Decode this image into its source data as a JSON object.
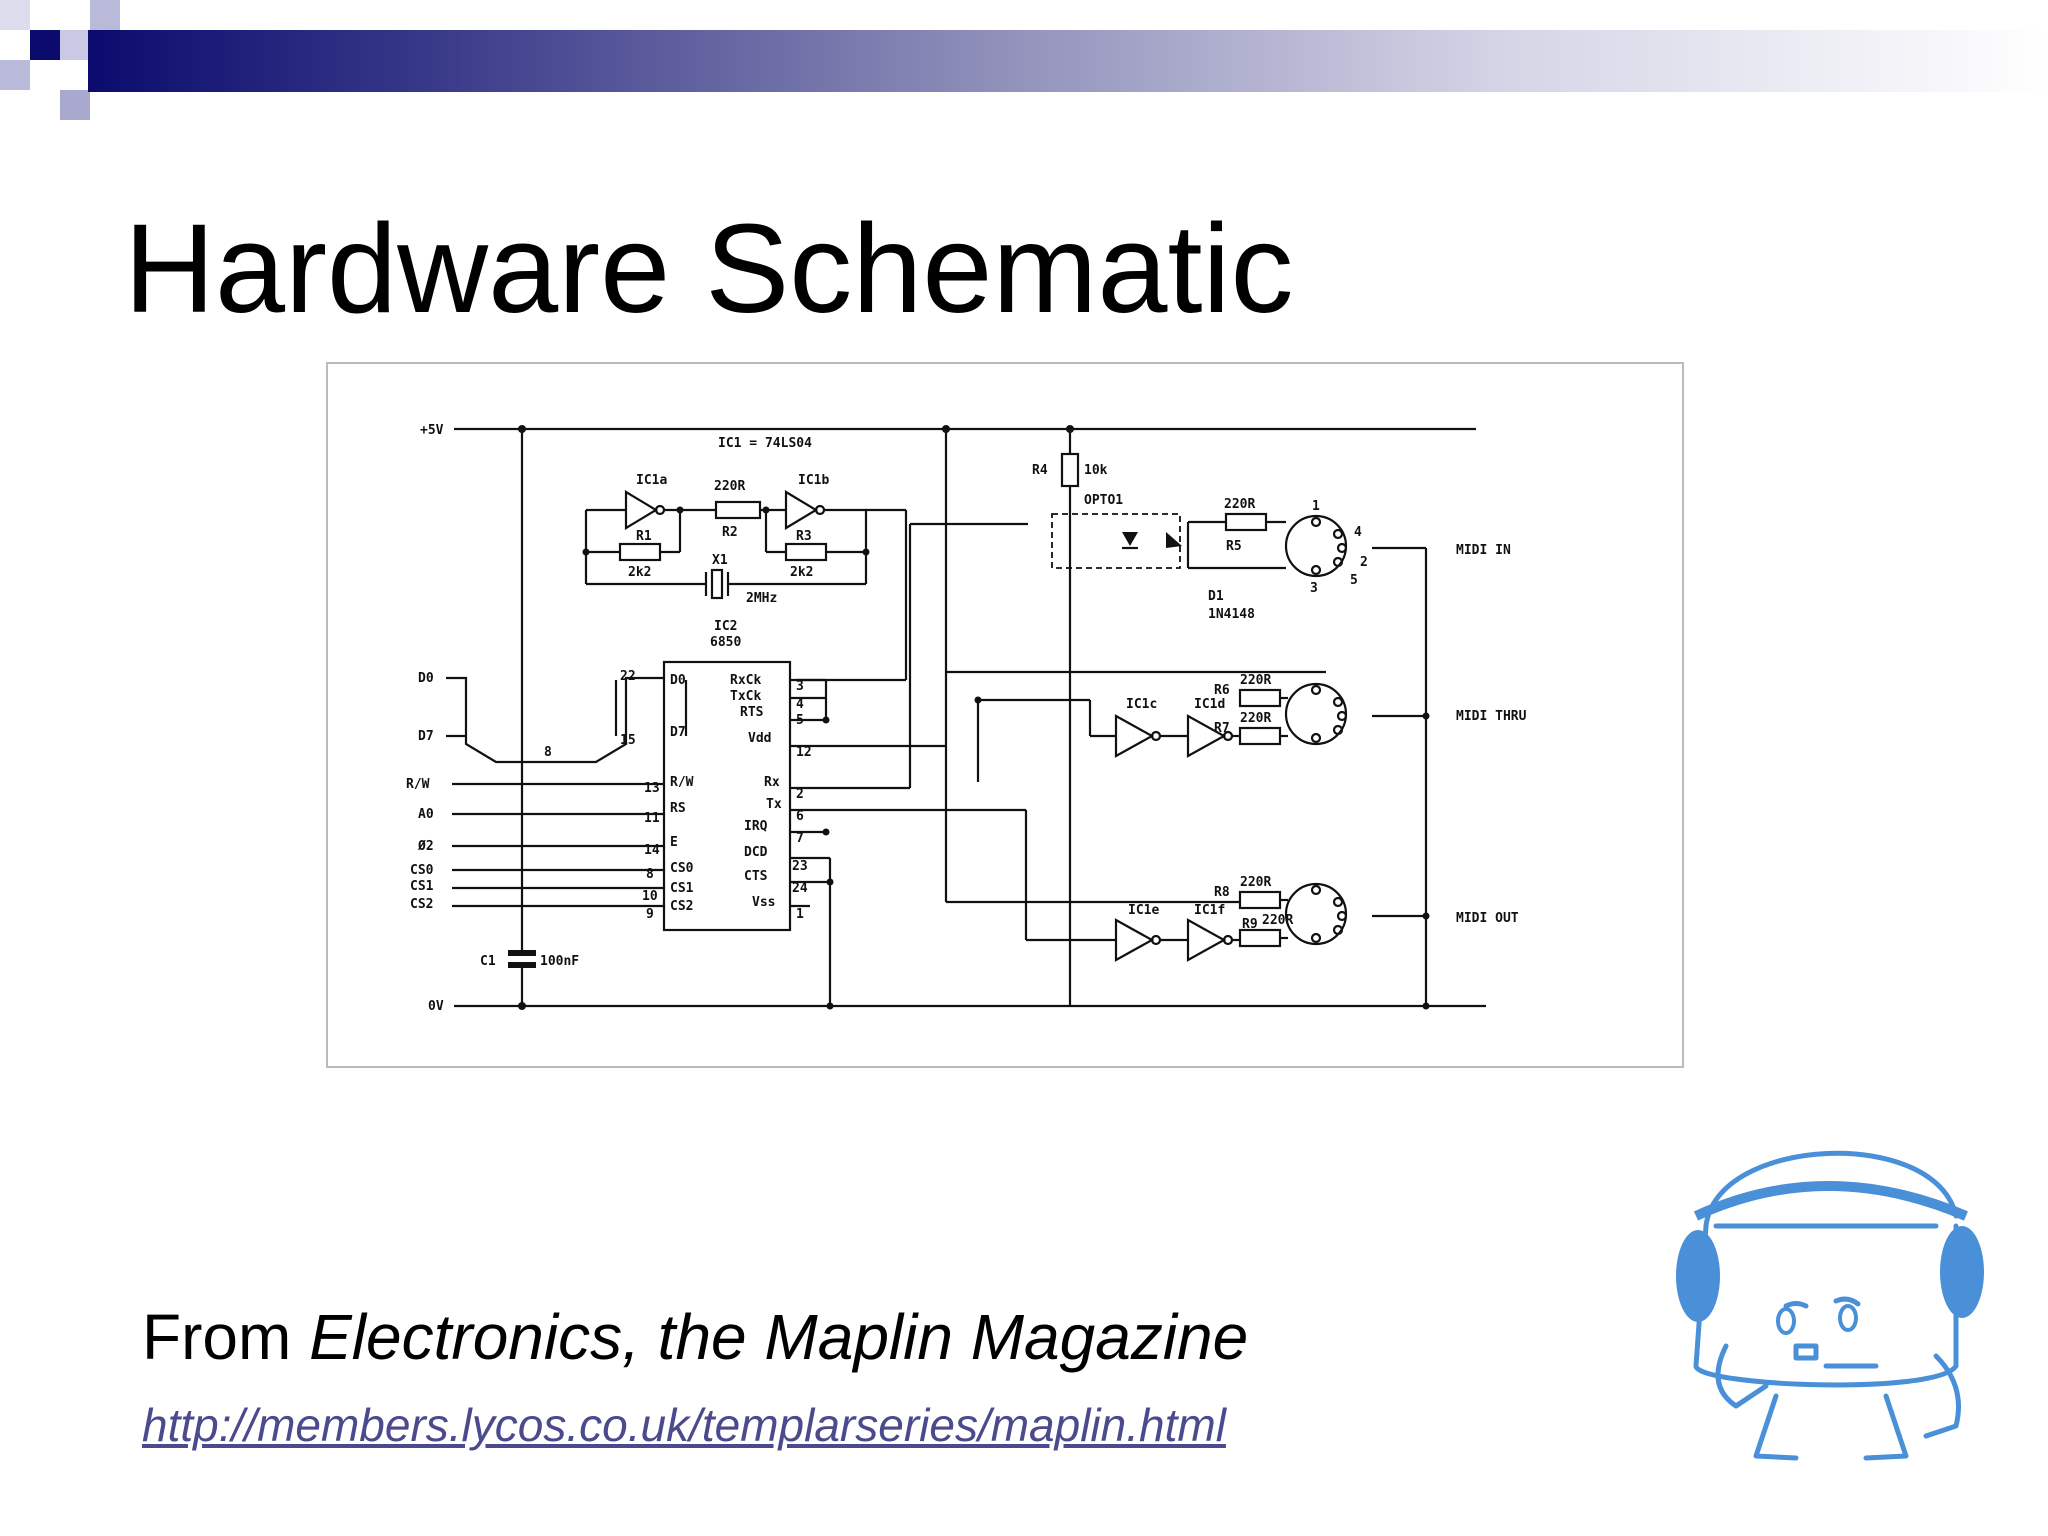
{
  "slide": {
    "title": "Hardware Schematic",
    "caption_prefix": "From ",
    "caption_source": "Electronics, the Maplin Magazine",
    "link": "http://members.lycos.co.uk/templarseries/maplin.html"
  },
  "schematic": {
    "rails": {
      "vcc": "+5V",
      "gnd": "0V"
    },
    "ic_note": "IC1 = 74LS04",
    "oscillator": {
      "gates": [
        "IC1a",
        "IC1b"
      ],
      "r1": "R1",
      "r1_val": "2k2",
      "r2": "R2",
      "r2_val": "220R",
      "r3": "R3",
      "r3_val": "2k2",
      "crystal": "X1",
      "crystal_val": "2MHz"
    },
    "acia": {
      "name": "IC2",
      "part": "6850",
      "left_pins": [
        {
          "label": "D0",
          "num": "22"
        },
        {
          "label": "D7",
          "num": "15"
        },
        {
          "label": "R/W",
          "num": "13"
        },
        {
          "label": "RS",
          "num": "11"
        },
        {
          "label": "E",
          "num": "14"
        },
        {
          "label": "CS0",
          "num": "8"
        },
        {
          "label": "CS1",
          "num": "10"
        },
        {
          "label": "CS2",
          "num": "9"
        }
      ],
      "right_pins": [
        {
          "label": "RxCk",
          "num": "3"
        },
        {
          "label": "TxCk",
          "num": "4"
        },
        {
          "label": "RTS",
          "num": "5"
        },
        {
          "label": "Vdd",
          "num": "12"
        },
        {
          "label": "Rx",
          "num": "2"
        },
        {
          "label": "Tx",
          "num": "6"
        },
        {
          "label": "IRQ",
          "num": "7"
        },
        {
          "label": "DCD",
          "num": "23"
        },
        {
          "label": "CTS",
          "num": "24"
        },
        {
          "label": "Vss",
          "num": "1"
        }
      ]
    },
    "bus_inputs": [
      "D0",
      "D7",
      "R/W",
      "A0",
      "Ø2",
      "CS0",
      "CS1",
      "CS2"
    ],
    "bus_width": "8",
    "capacitor": {
      "name": "C1",
      "value": "100nF"
    },
    "midi_in": {
      "r4": "R4",
      "r4_val": "10k",
      "opto": "OPTO1",
      "r5": "R5",
      "r5_val": "220R",
      "d1": "D1",
      "d1_part": "1N4148",
      "label": "MIDI IN"
    },
    "midi_thru": {
      "gates": [
        "IC1c",
        "IC1d"
      ],
      "r6": "R6",
      "r6_val": "220R",
      "r7": "R7",
      "r7_val": "220R",
      "label": "MIDI THRU"
    },
    "midi_out": {
      "gates": [
        "IC1e",
        "IC1f"
      ],
      "r8": "R8",
      "r8_val": "220R",
      "r9": "R9",
      "r9_val": "220R",
      "label": "MIDI OUT"
    },
    "din_pins": [
      "1",
      "4",
      "2",
      "5",
      "3"
    ]
  },
  "colors": {
    "banner_dark": "#0b0b6e",
    "square_dark": "#0b0b6e",
    "square_light": "#a9a9cf",
    "link": "#4a4a8c",
    "mascot_blue": "#4a90d9"
  },
  "icons": {
    "mascot": "headphones-computer-mascot-icon"
  }
}
